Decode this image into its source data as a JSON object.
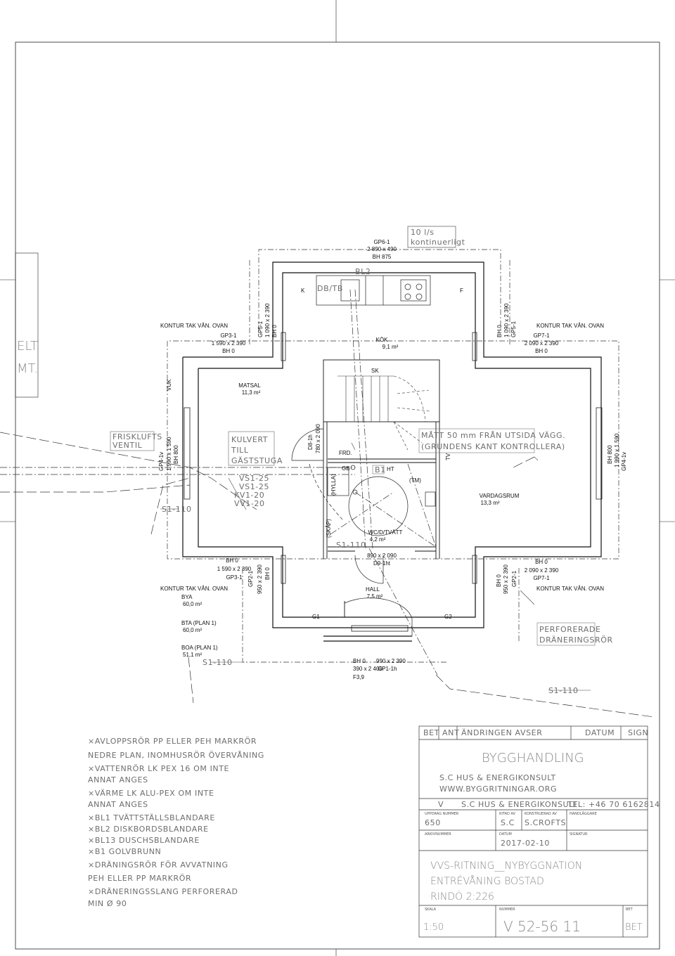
{
  "drawing": {
    "window_top": {
      "code": "GP6-1",
      "size": "2 890 x 490",
      "bh": "BH 875"
    },
    "ventilation_note": [
      "10 l/s",
      "kontinuerligt"
    ],
    "kitchen_labels": {
      "bl2": "BL2",
      "dbtb": "DB/TB",
      "k": "K",
      "f": "F"
    },
    "rooms": {
      "kok": {
        "name": "KÖK",
        "area": "9,1 m²"
      },
      "matsal": {
        "name": "MATSAL",
        "area": "11,3 m²"
      },
      "vardagsrum": {
        "name": "VARDAGSRUM",
        "area": "13,3 m²"
      },
      "wc": {
        "name": "WC/D/TVÄTT",
        "area": "4,2 m²"
      },
      "hall": {
        "name": "HALL",
        "area": "7,5 m²"
      }
    },
    "kontur": "KONTUR TAK VÅN. OVAN",
    "gp3_top": [
      "GP3-1",
      "1 590 x 2 390",
      "BH 0"
    ],
    "gp5_left": [
      "GP5-1",
      "1 090 x 2 390",
      "BH 0"
    ],
    "gp5_right": [
      "BH 0",
      "1 090 x 2 390",
      "GP5-1"
    ],
    "gp7_top": [
      "GP7-1",
      "2 090 x 2 390",
      "BH 0"
    ],
    "sk": "SK",
    "vuk": "VUK",
    "frisk": [
      "FRISKLUFTS",
      "VENTIL"
    ],
    "gp4_left": [
      "GP4-1v",
      "1 990 x 1 590",
      "BH 800"
    ],
    "gp4_right": [
      "BH 800",
      "1 990 x 1 590",
      "GP4-1v"
    ],
    "kulvert": [
      "KULVERT",
      "TILL",
      "GÄSTSTUGA"
    ],
    "pipes": [
      "VS1-25",
      "VS1-25",
      "KV1-20",
      "VV1-20"
    ],
    "s1110": "S1-110",
    "d8": [
      "D8-1h",
      "780 x 2 090"
    ],
    "frd": "FRD.",
    "gb": "GB",
    "b1": "B1",
    "ht": "HT",
    "tm": "(TM)",
    "tv": "TV",
    "hylla": "(HYLLA)",
    "skap": "(SKÅP)",
    "matt": [
      "MÅTT 50 mm FRÅN UTSIDA VÄGG.",
      "(GRUNDENS KANT KONTROLLERA)"
    ],
    "gp3_bot": [
      "BH 0",
      "1 590 x 2 390",
      "GP3-1"
    ],
    "gp2_left": [
      "GP2-1",
      "950 x 2 390",
      "BH 0"
    ],
    "gp2_right": [
      "BH 0",
      "950 x 2 390",
      "GP2-1"
    ],
    "gp7_bot": [
      "BH 0",
      "2 090 x 2 390",
      "GP7-1"
    ],
    "d9": [
      "890 x 2 090",
      "D9-1ht"
    ],
    "bya": [
      "BYA",
      "60,0 m²"
    ],
    "bta": [
      "BTA (PLAN 1)",
      "60,0 m²"
    ],
    "boa": [
      "BOA (PLAN 1)",
      "51,1 m²"
    ],
    "g1": "G1",
    "g2": "G2",
    "perforerade": [
      "PERFORERADE",
      "DRÄNERINGSRÖR"
    ],
    "gp1": [
      "BH 0",
      "990 x 2 390",
      "390 x 2 400",
      "GP1-1h",
      "F3,9"
    ],
    "left_edge": [
      "ELT",
      "MT."
    ]
  },
  "notes": [
    "×AVLOPPSRÖR PP ELLER PEH MARKRÖR",
    "NEDRE PLAN, INOMHUSRÖR ÖVERVÅNING",
    "×VATTENRÖR LK PEX 16 OM INTE",
    "ANNAT ANGES",
    "×VÄRME LK ALU-PEX OM INTE",
    "ANNAT ANGES",
    "×BL1 TVÄTTSTÄLLSBLANDARE",
    "×BL2 DISKBORDSBLANDARE",
    "×BL13 DUSCHSBLANDARE",
    "×B1 GOLVBRUNN",
    "×DRÄNINGSRÖR FÖR AVVATNING",
    "PEH ELLER PP MARKRÖR",
    "×DRÄNERINGSSLANG PERFORERAD",
    "MIN Ø 90"
  ],
  "title_block": {
    "head": {
      "bet": "BET",
      "ant": "ANT",
      "andringen": "ÄNDRINGEN AVSER",
      "datum": "DATUM",
      "sign": "SIGN"
    },
    "bygghandling": "BYGGHANDLING",
    "company": "S.C HUS & ENERGIKONSULT",
    "website": "WWW.BYGGRITNINGAR.ORG",
    "v": "V",
    "company2": "S.C HUS & ENERGIKONSULT",
    "tel": "TEL: +46 70 6162814",
    "captions": {
      "uppdrag": "UPPDRAG NUMMER",
      "ritad": "RITAD AV",
      "konstruerad": "KONSTRUERAD AV",
      "handlaggare": "HANDLÄGGARE",
      "arkiv": "ARKIVNUMMER",
      "datum": "DATUM",
      "signatur": "SIGNATUR",
      "skala": "SKALA",
      "nummer": "NUMMER",
      "bet": "BET"
    },
    "uppdrag_value": "650",
    "ritad_value": "S.C",
    "konstruerad_value": "S.CROFTS",
    "datum_value": "2017-02-10",
    "title_lines": [
      "VVS-RITNING__NYBYGGNATION",
      "ENTRÉVÅNING BOSTAD",
      "RINDÖ 2:226"
    ],
    "skala_value": "1:50",
    "nummer_value": "V 52-56 11",
    "bet_value": "BET"
  }
}
